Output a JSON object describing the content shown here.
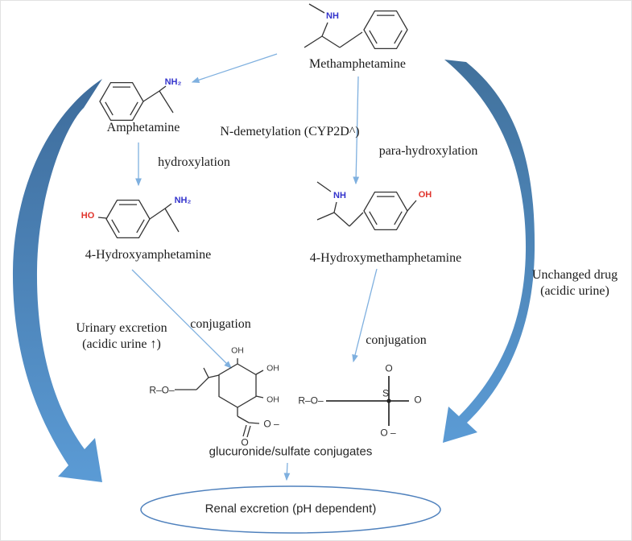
{
  "labels": {
    "methamphetamine": "Methamphetamine",
    "amphetamine": "Amphetamine",
    "hydroxyamphetamine": "4-Hydroxyamphetamine",
    "hydroxymethamphetamine": "4-Hydroxymethamphetamine",
    "n_demethylation": "N-demetylation (CYP2D^)",
    "para_hydroxylation": "para-hydroxylation",
    "hydroxylation": "hydroxylation",
    "conjugation_left": "conjugation",
    "conjugation_right": "conjugation",
    "urinary_excretion": "Urinary excretion",
    "urinary_excretion_sub": "(acidic urine ↑)",
    "unchanged_drug": "Unchanged drug",
    "unchanged_drug_sub": "(acidic urine)",
    "conjugates": "glucuronide/sulfate conjugates",
    "renal_excretion": "Renal excretion (pH dependent)"
  },
  "atoms": {
    "nh": "NH",
    "nh2": "NH₂",
    "ho": "HO",
    "oh": "OH",
    "ro": "R–O–",
    "o": "O",
    "o_minus": "O –",
    "s": "S"
  },
  "colors": {
    "big_arrow_dark": "#3E6C9B",
    "big_arrow_light": "#5B9BD5",
    "thin_arrow": "#7FB0DF",
    "ellipse_stroke": "#4F81BD",
    "atom_blue": "#3333CC",
    "atom_red": "#E0342C",
    "bond": "#333333",
    "text": "#1B1B1B"
  }
}
